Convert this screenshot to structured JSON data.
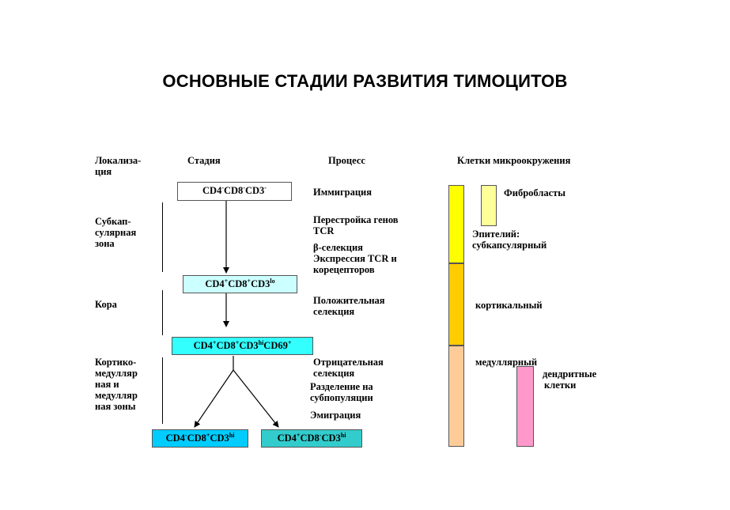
{
  "title": "ОСНОВНЫЕ СТАДИИ РАЗВИТИЯ ТИМОЦИТОВ",
  "headers": {
    "localization_1": "Локализа-",
    "localization_2": "ция",
    "stage": "Стадия",
    "process": "Процесс",
    "cells": "Клетки микроокружения"
  },
  "zones": {
    "subcapsular": [
      "Субкап-",
      "сулярная",
      "зона"
    ],
    "cortex": [
      "Кора"
    ],
    "corticomedullary": [
      "Кортико-",
      "медулляр",
      "ная и",
      "медулляр",
      "ная зоны"
    ]
  },
  "stages": {
    "s1": {
      "a": "CD4",
      "a_sup": "-",
      "b": "CD8",
      "b_sup": "-",
      "c": "CD3",
      "c_sup": "-"
    },
    "s2": {
      "a": "CD4",
      "a_sup": "+",
      "b": "CD8",
      "b_sup": "+",
      "c": "CD3",
      "c_sup": "lo"
    },
    "s3": {
      "a": "CD4",
      "a_sup": "+",
      "b": "CD8",
      "b_sup": "+",
      "c": "CD3",
      "c_sup": "hi",
      "d": "CD69",
      "d_sup": "+"
    },
    "s4": {
      "a": "CD4",
      "a_sup": "-",
      "b": "CD8",
      "b_sup": "+",
      "c": "CD3",
      "c_sup": "hi"
    },
    "s5": {
      "a": "CD4",
      "a_sup": "+",
      "b": "CD8",
      "b_sup": "-",
      "c": "CD3",
      "c_sup": "hi"
    }
  },
  "processes": {
    "immigration": "Иммиграция",
    "rearrangement": [
      "Перестройка генов",
      "TCR"
    ],
    "beta_selection": "β-селекция",
    "expression": [
      "Экспрессия TCR и",
      "корецепторов"
    ],
    "positive": [
      "Положительная",
      "селекция"
    ],
    "negative": [
      "Отрицательная",
      "селекция"
    ],
    "division": [
      "Разделение на",
      "субпопуляции"
    ],
    "emigration": "Эмиграция"
  },
  "cells": {
    "fibroblasts": "Фибробласты",
    "epithelium": [
      "Эпителий:",
      "субкапсулярный"
    ],
    "cortical": "кортикальный",
    "medullary": "медуллярный",
    "dendritic": [
      "дендритные",
      "клетки"
    ]
  },
  "colors": {
    "box_s1": "#ffffff",
    "box_s2": "#ccffff",
    "box_s3": "#33ffff",
    "box_s4": "#00ccff",
    "box_s5": "#33cccc",
    "bar_subcapsular": "#ffff00",
    "bar_cortical": "#ffcc00",
    "bar_medullary": "#ffcc99",
    "fibroblast_bar": "#ffff99",
    "dendritic_bar": "#ff99cc"
  }
}
